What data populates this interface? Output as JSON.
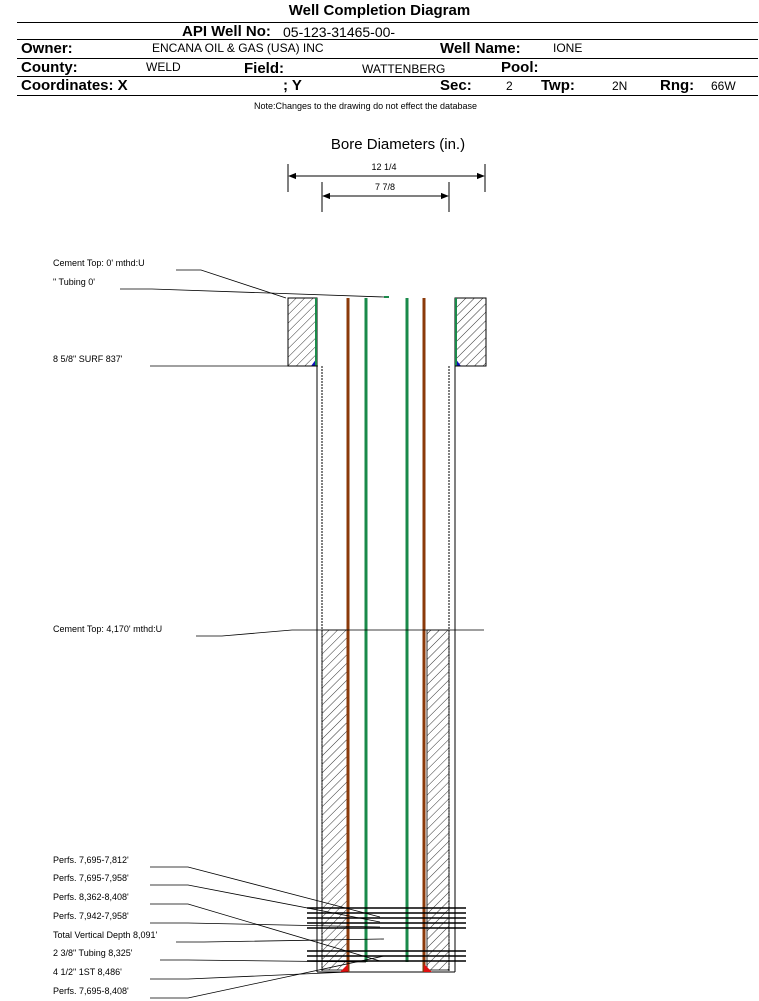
{
  "header": {
    "title": "Well Completion Diagram",
    "api_label": "API Well No:",
    "api_value": "05-123-31465-00-",
    "owner_label": "Owner:",
    "owner_value": "ENCANA OIL & GAS (USA) INC",
    "well_name_label": "Well Name:",
    "well_name_value": "IONE",
    "county_label": "County:",
    "county_value": "WELD",
    "field_label": "Field:",
    "field_value": "WATTENBERG",
    "pool_label": "Pool:",
    "pool_value": "",
    "coords_label": "Coordinates: X",
    "coords_y_label": "; Y",
    "sec_label": "Sec:",
    "sec_value": "2",
    "twp_label": "Twp:",
    "twp_value": "2N",
    "rng_label": "Rng:",
    "rng_value": "66W",
    "note": "Note:Changes to the drawing do not effect the database"
  },
  "diagram": {
    "bore_title": "Bore Diameters (in.)",
    "bore_outer": "12 1/4",
    "bore_inner": "7 7/8",
    "labels": {
      "cement_top_surface": "Cement Top: 0' mthd:U",
      "tubing_top": "\" Tubing 0'",
      "surface_casing": "8 5/8\" SURF      837'",
      "cement_top_prod": "Cement Top: 4,170' mthd:U",
      "perfs_1": "Perfs. 7,695-7,812'",
      "perfs_2": "Perfs. 7,695-7,958'",
      "perfs_3": "Perfs. 8,362-8,408'",
      "perfs_4": "Perfs. 7,942-7,958'",
      "tvd": "Total Vertical Depth 8,091'",
      "tubing": "2 3/8\" Tubing 8,325'",
      "prod_casing": "4 1/2\" 1ST       8,486'",
      "perfs_5": "Perfs. 7,695-8,408'"
    },
    "colors": {
      "tubing_green": "#1a8a4a",
      "casing_brown": "#8b3a0a",
      "cement_blue": "#1010c0",
      "plug_red": "#e01010"
    }
  }
}
